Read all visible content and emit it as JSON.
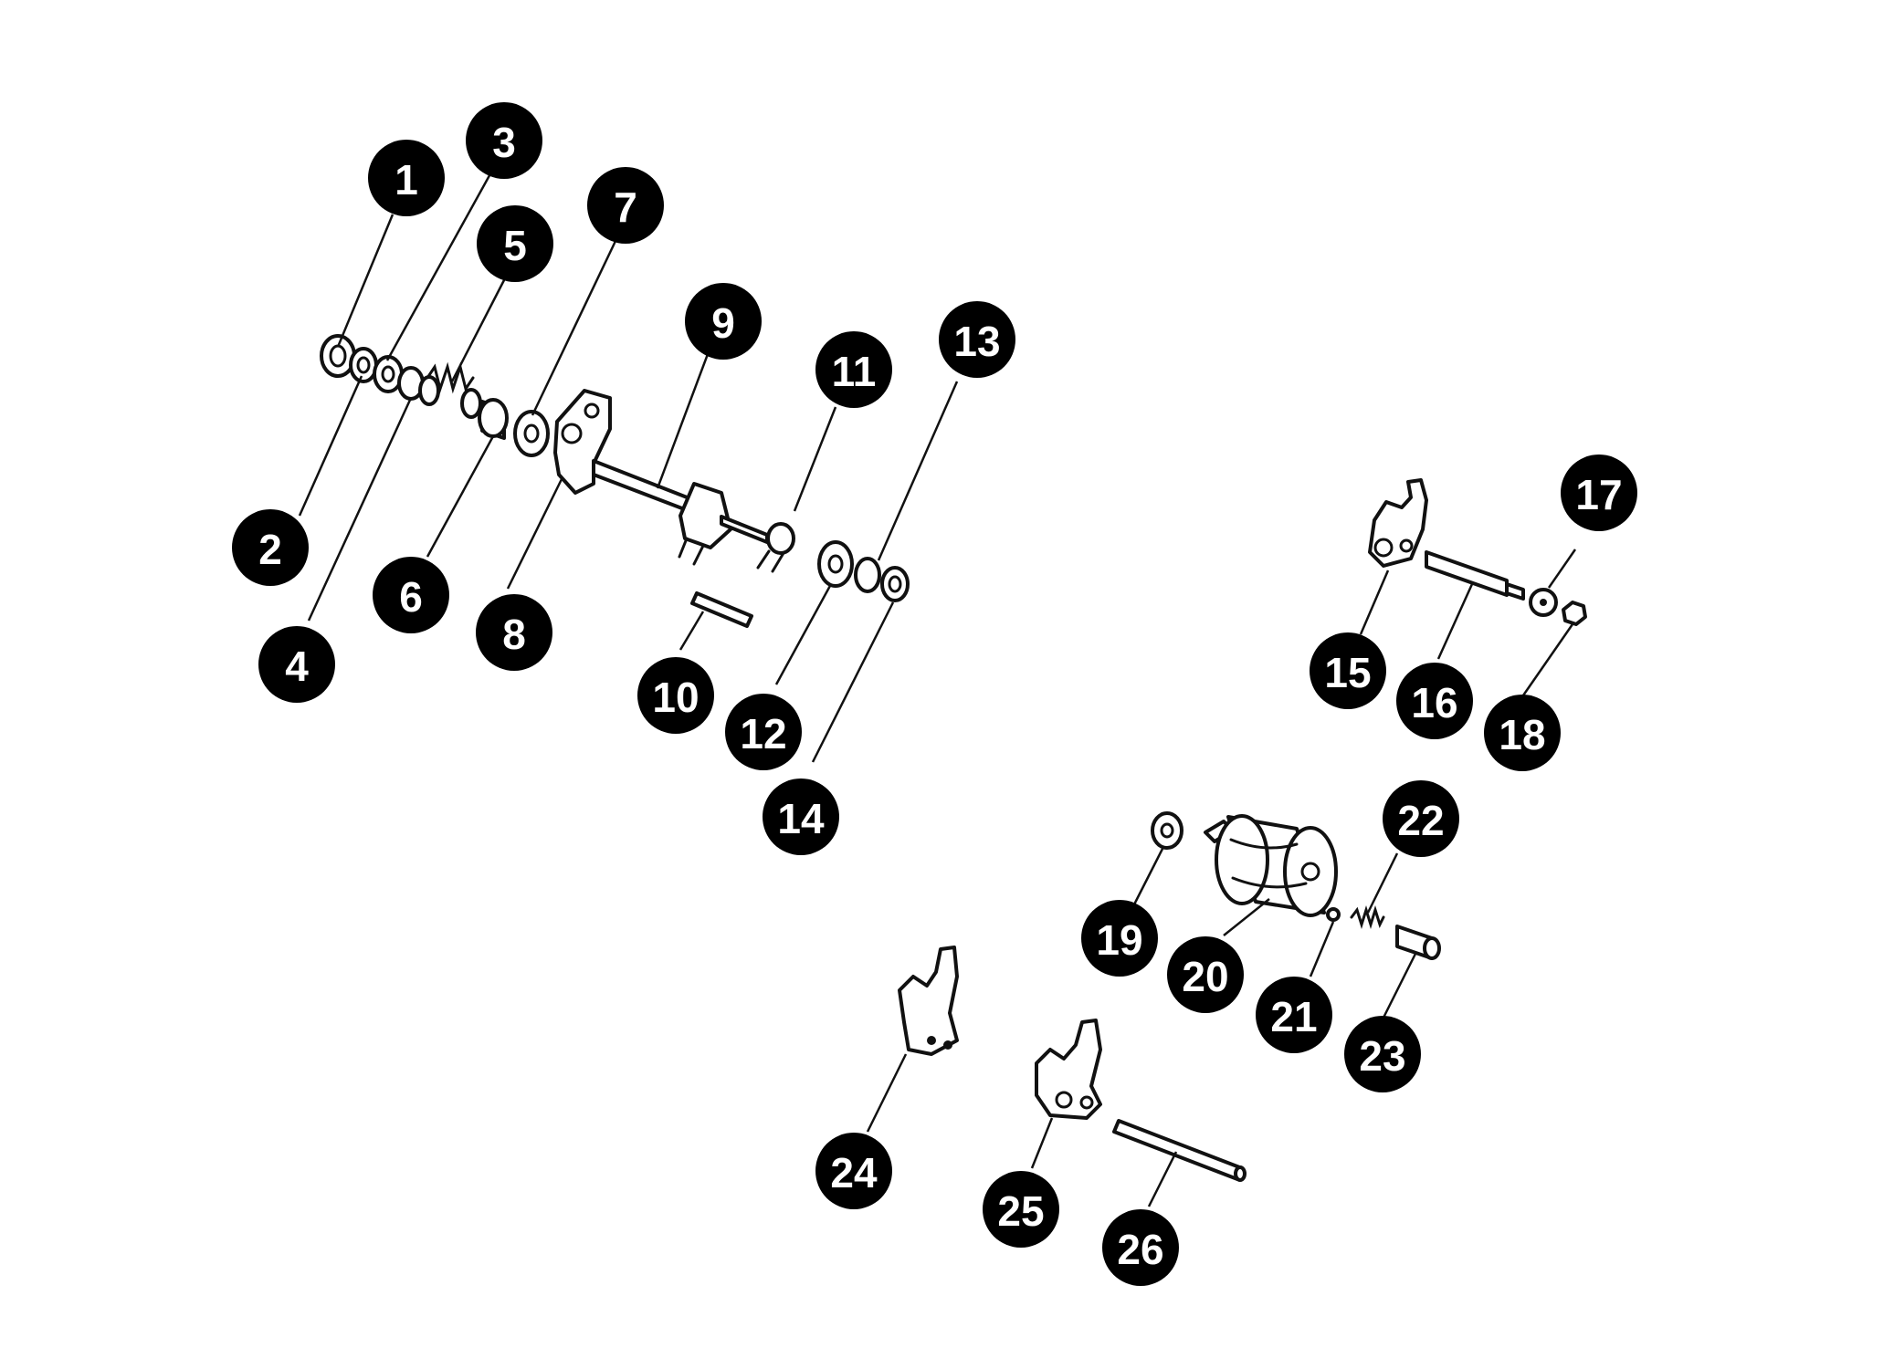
{
  "diagram": {
    "callouts": [
      "1",
      "2",
      "3",
      "4",
      "5",
      "6",
      "7",
      "8",
      "9",
      "10",
      "11",
      "12",
      "13",
      "14",
      "15",
      "16",
      "17",
      "18",
      "19",
      "20",
      "21",
      "22",
      "23",
      "24",
      "25",
      "26"
    ],
    "parts": [
      "washer-icon",
      "washer-icon",
      "washer-icon",
      "washer-icon",
      "spring-icon",
      "bushing-icon",
      "washer-icon",
      "shift-arm-icon",
      "shift-shaft-icon",
      "pin-icon",
      "return-spring-icon",
      "washer-icon",
      "washer-icon",
      "circlip-icon",
      "shift-fork-icon",
      "fork-shaft-icon",
      "star-washer-icon",
      "nut-icon",
      "bearing-icon",
      "shift-drum-icon",
      "ball-icon",
      "spring-icon",
      "plunger-icon",
      "shift-fork-icon",
      "shift-fork-icon",
      "fork-shaft-icon"
    ],
    "colors": {
      "ink": "#111111",
      "callout_bg": "#000000",
      "callout_text": "#ffffff",
      "background": "#ffffff"
    }
  }
}
